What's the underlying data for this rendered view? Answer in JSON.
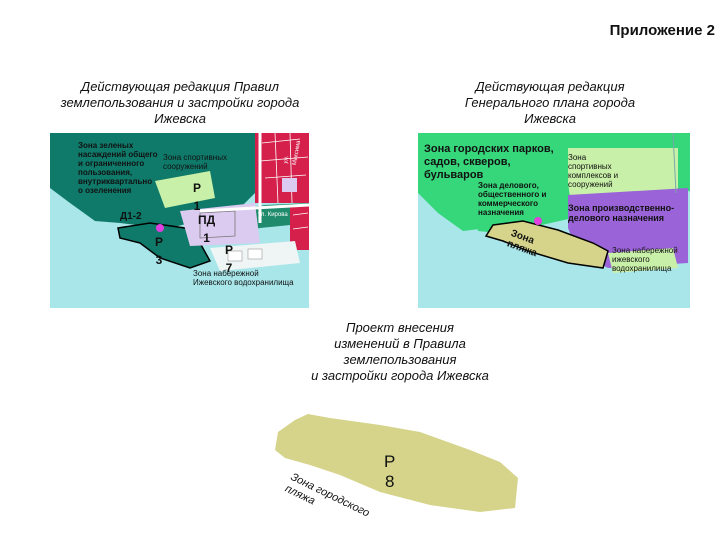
{
  "appendix": "Приложение 2",
  "left_caption": "Действующая  редакция Правил\nземлепользования и застройки города\nИжевска",
  "right_caption": "Действующая  редакция\nГенерального плана города\nИжевска",
  "bottom_caption": "Проект внесения\nизменений в Правила\nземлепользования\nи застройки города Ижевска",
  "left_map": {
    "green_zone": "Зона зеленых\nнасаждений общего\nи ограниченного\nпользования,\nвнутриквартально\nо озеленения",
    "sports_zone": "Зона спортивных\nсооружений",
    "r1": "Р\n1",
    "d12": "Д1-2",
    "pd1": "ПД\n1",
    "r3": "Р\n3",
    "r7": "Р\n7",
    "embankment": "Зона набережной\nИжевского водохранилища",
    "street1": "ул. Кирова",
    "street2": "ул. Максима"
  },
  "right_map": {
    "parks": "Зона городских парков,\nсадов, скверов,\nбульваров",
    "sports": "Зона\nспортивных\nкомплексов и\nсооружений",
    "business": "Зона делового,\nобщественного и\nкоммерческого\nназначения",
    "industrial": "Зона производственно-\nделового назначения",
    "beach": "Зона\nпляжа",
    "embankment": "Зона набережной\nижевского\nводохранилища"
  },
  "bottom_map": {
    "code": "Р\n8",
    "zone_name": "Зона городского\nпляжа"
  },
  "colors": {
    "water": "#a8e6ea",
    "dark_green": "#0f7a6a",
    "light_green": "#c9f0a8",
    "pink_red": "#d4204a",
    "lavender": "#dccbf0",
    "bright_green": "#36d67a",
    "purple": "#9a63d8",
    "beach": "#d5d48a"
  }
}
